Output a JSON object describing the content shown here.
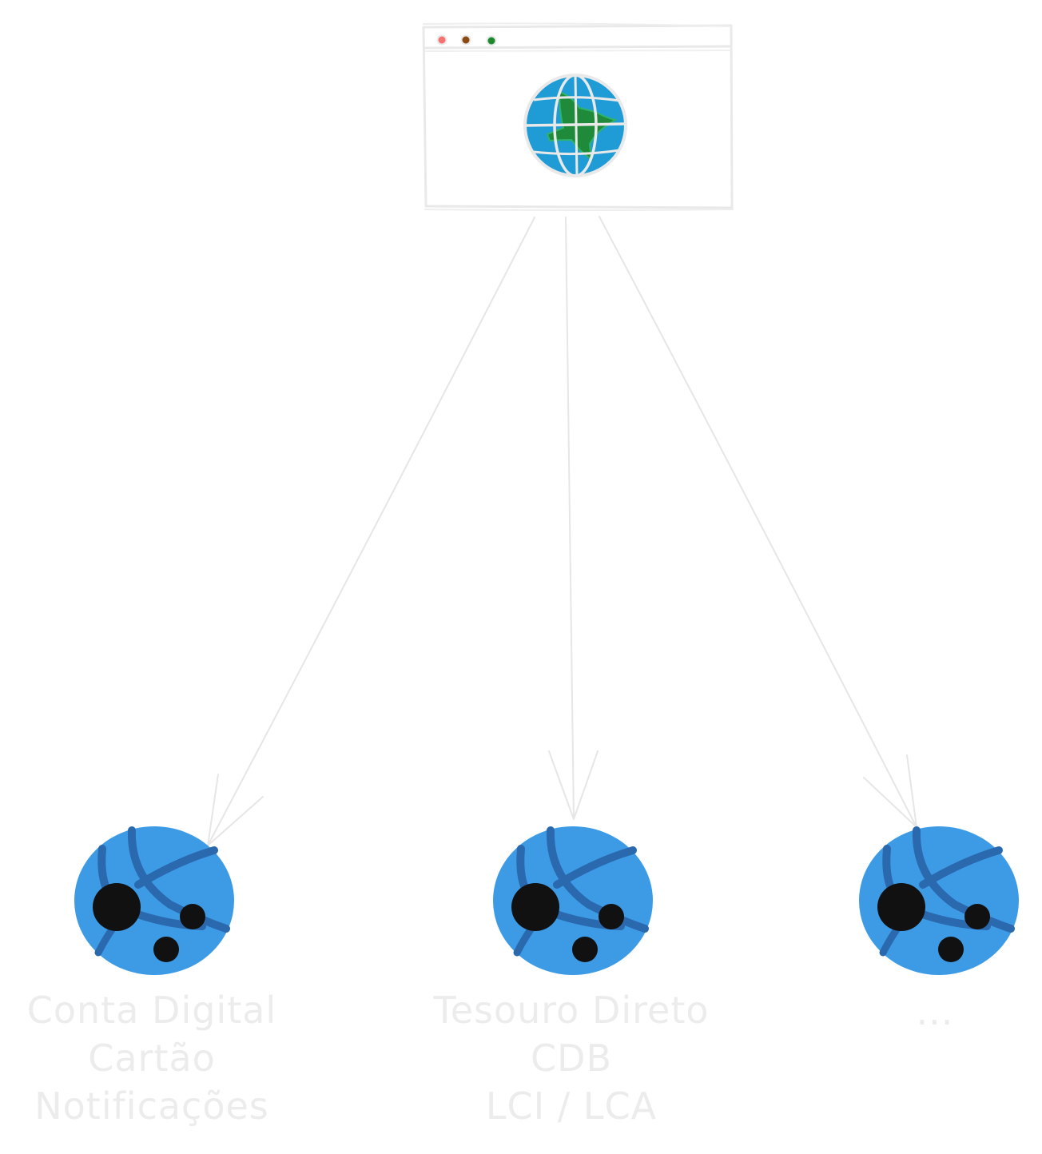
{
  "browser_window": {
    "frame_color": "#e9e9e9",
    "dot_colors": [
      "#f87171",
      "#8a4a12",
      "#1b8a2f"
    ],
    "globe_ocean": "#1f9bd6",
    "globe_land": "#1e8a3a"
  },
  "services": [
    {
      "icon": "network-globe",
      "lines": [
        "Conta Digital",
        "Cartão",
        "Notificações"
      ]
    },
    {
      "icon": "network-globe",
      "lines": [
        "Tesouro Direto",
        "CDB",
        "LCI / LCA"
      ]
    },
    {
      "icon": "network-globe",
      "lines": [
        "..."
      ]
    }
  ],
  "colors": {
    "arrow": "#e6e6e6",
    "node_fill": "#3d9be6",
    "node_line": "#2a69ad",
    "node_dot": "#111111",
    "label": "#ececec"
  }
}
